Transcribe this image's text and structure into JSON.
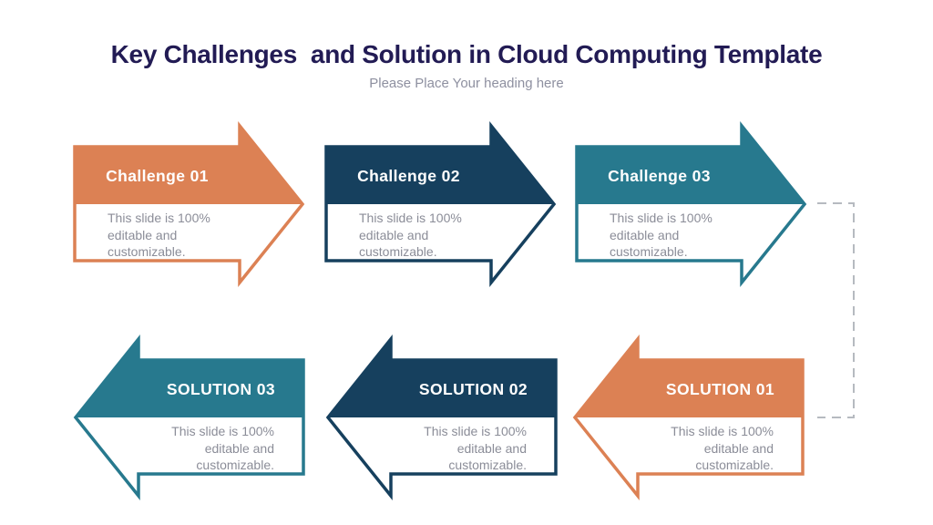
{
  "header": {
    "title": "Key Challenges  and Solution in Cloud Computing Template",
    "subtitle": "Please Place Your heading here"
  },
  "colors": {
    "orange": "#DC8154",
    "navy": "#16405E",
    "teal": "#27798E",
    "heading_text": "#221B54",
    "subtitle_text": "#8E90A0",
    "body_text": "#8B8D98",
    "connector": "#B6BAC0",
    "background": "#FFFFFF"
  },
  "challenges": [
    {
      "label": "Challenge 01",
      "description": "This slide is 100% editable and customizable.",
      "color": "#DC8154"
    },
    {
      "label": "Challenge 02",
      "description": "This slide is 100% editable and customizable.",
      "color": "#16405E"
    },
    {
      "label": "Challenge 03",
      "description": "This slide is 100% editable and customizable.",
      "color": "#27798E"
    }
  ],
  "solutions": [
    {
      "label": "SOLUTION 03",
      "description": "This slide is 100% editable and customizable.",
      "color": "#27798E"
    },
    {
      "label": "SOLUTION 02",
      "description": "This slide is 100% editable and customizable.",
      "color": "#16405E"
    },
    {
      "label": "SOLUTION 01",
      "description": "This slide is 100% editable and customizable.",
      "color": "#DC8154"
    }
  ]
}
